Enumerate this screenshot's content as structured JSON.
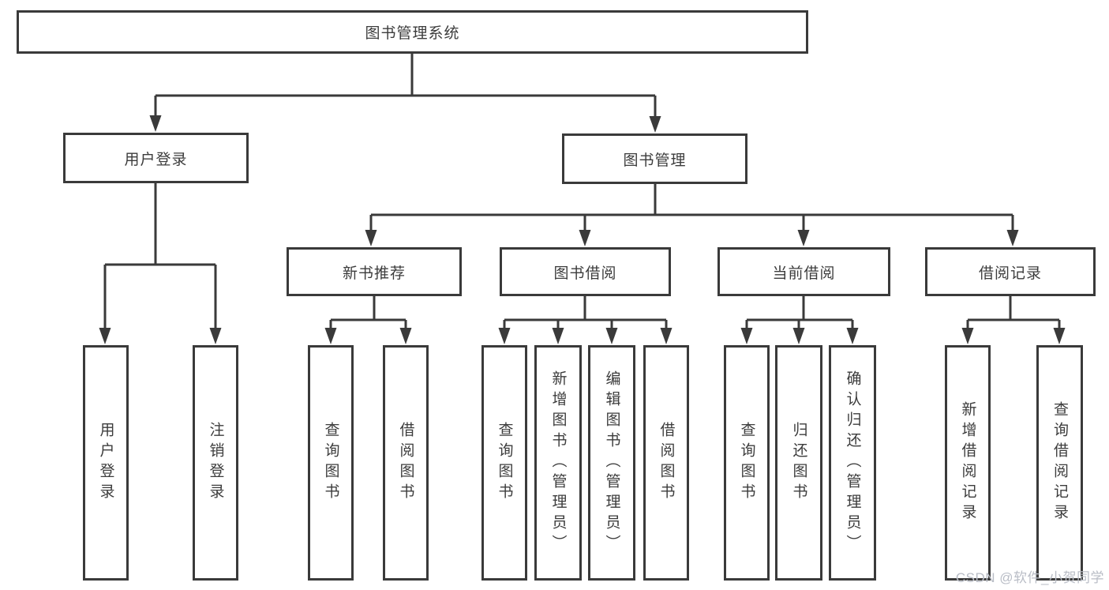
{
  "diagram": {
    "type": "tree-structure-chart",
    "colors": {
      "line": "#3a3a3a",
      "box_border": "#3a3a3a",
      "text": "#3c3c3c",
      "background": "#ffffff",
      "watermark_text_color": "#b9bdc6"
    },
    "watermark": "CSDN @软件_小贺同学",
    "nodes": {
      "root": {
        "label": "图书管理系统"
      },
      "login": {
        "label": "用户登录"
      },
      "mgmt": {
        "label": "图书管理"
      },
      "rec": {
        "label": "新书推荐"
      },
      "borrow": {
        "label": "图书借阅"
      },
      "current": {
        "label": "当前借阅"
      },
      "records": {
        "label": "借阅记录"
      },
      "login_user": {
        "label": "用户登录"
      },
      "login_logout": {
        "label": "注销登录"
      },
      "rec_query": {
        "label": "查询图书"
      },
      "rec_borrow": {
        "label": "借阅图书"
      },
      "borrow_query": {
        "label": "查询图书"
      },
      "borrow_add": {
        "label": "新增图书（管理员）"
      },
      "borrow_edit": {
        "label": "编辑图书（管理员）"
      },
      "borrow_borrow": {
        "label": "借阅图书"
      },
      "current_query": {
        "label": "查询图书"
      },
      "current_return": {
        "label": "归还图书"
      },
      "current_confirm": {
        "label": "确认归还（管理员）"
      },
      "records_add": {
        "label": "新增借阅记录"
      },
      "records_query": {
        "label": "查询借阅记录"
      }
    },
    "hierarchy": {
      "图书管理系统": {
        "用户登录": [
          "用户登录",
          "注销登录"
        ],
        "图书管理": {
          "新书推荐": [
            "查询图书",
            "借阅图书"
          ],
          "图书借阅": [
            "查询图书",
            "新增图书（管理员）",
            "编辑图书（管理员）",
            "借阅图书"
          ],
          "当前借阅": [
            "查询图书",
            "归还图书",
            "确认归还（管理员）"
          ],
          "借阅记录": [
            "新增借阅记录",
            "查询借阅记录"
          ]
        }
      }
    }
  }
}
